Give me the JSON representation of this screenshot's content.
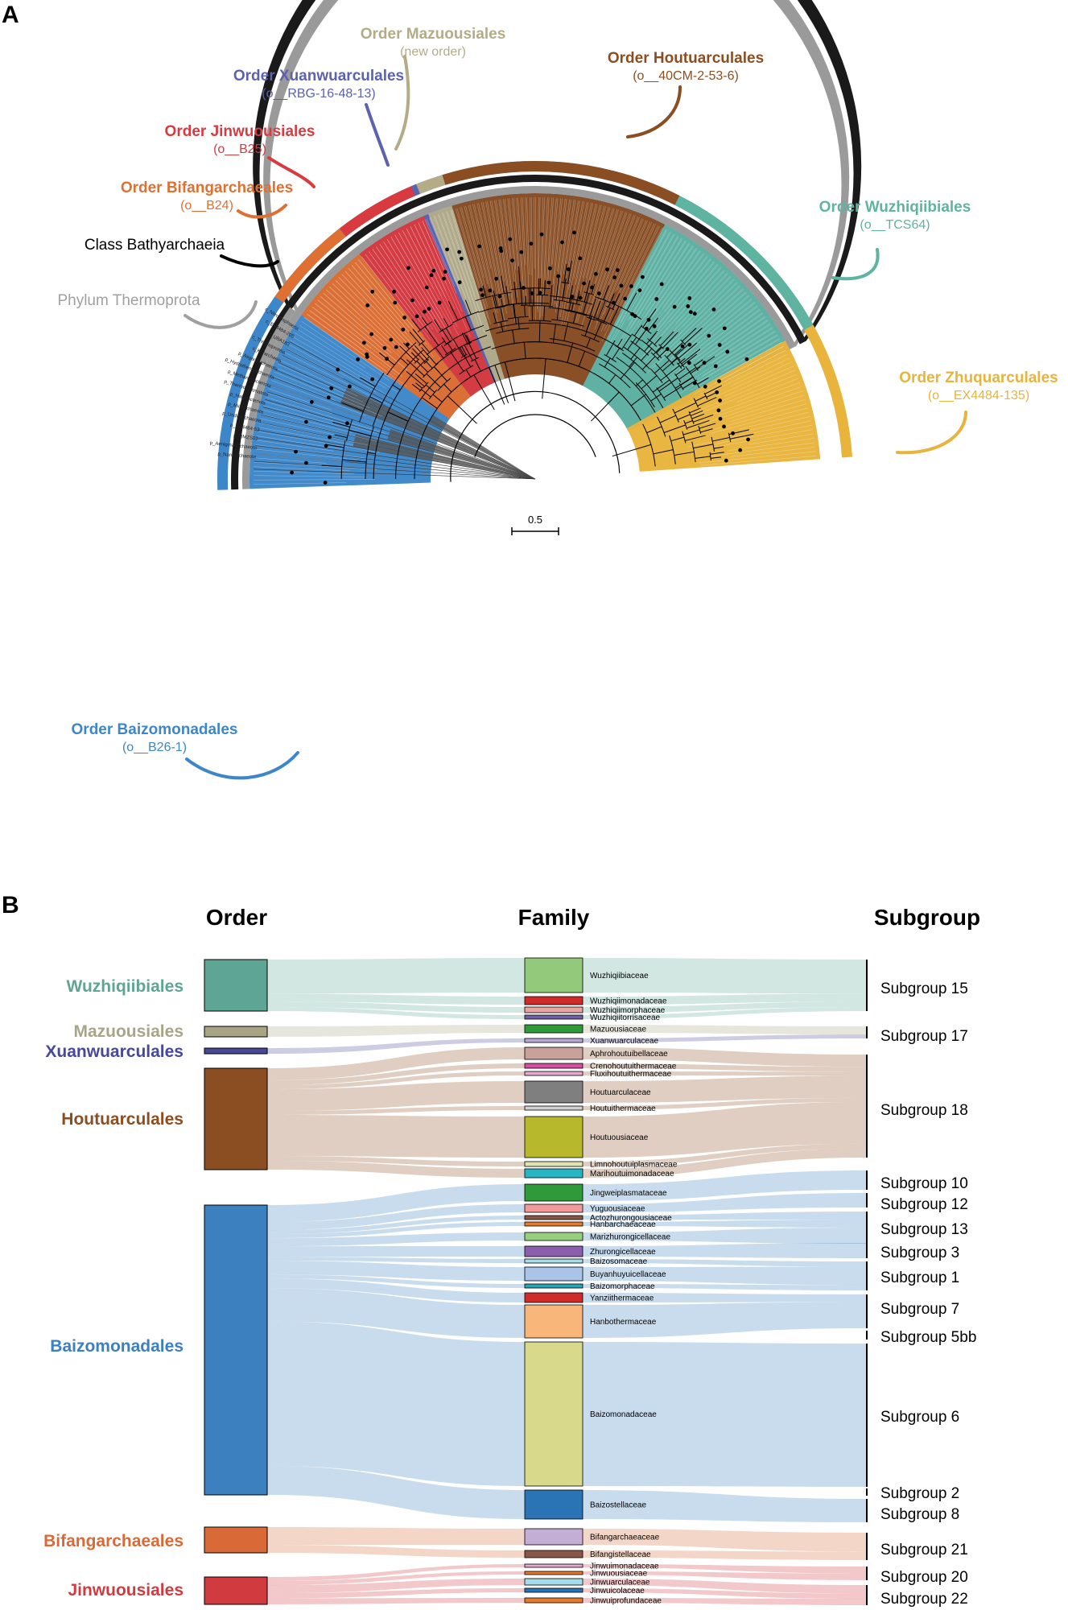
{
  "panel_a": {
    "letter": "A",
    "scale_label": "0.5",
    "clade_labels": [
      {
        "name": "Order Mazuousiales",
        "sub": "(new order)",
        "color": "#b4ab87"
      },
      {
        "name": "Order Houtuarculales",
        "sub": "(o__40CM-2-53-6)",
        "color": "#8b4e22"
      },
      {
        "name": "Order Xuanwuarculales",
        "sub": "(o__RBG-16-48-13)",
        "color": "#5b62ae"
      },
      {
        "name": "Order Jinwuousiales",
        "sub": "(o__B25)",
        "color": "#d93a3f"
      },
      {
        "name": "Order Bifangarchaeales",
        "sub": "(o__B24)",
        "color": "#e07032"
      },
      {
        "name": "Order Wuzhiqiibiales",
        "sub": "(o__TCS64)",
        "color": "#5fb3a1"
      },
      {
        "name": "Order Zhuquarculales",
        "sub": "(o__EX4484-135)",
        "color": "#e8b43b"
      },
      {
        "name": "Order Baizomonadales",
        "sub": "(o__B26-1)",
        "color": "#3d86c9"
      }
    ],
    "class_label": "Class Bathyarchaeia",
    "phylum_label": "Phylum Thermoprota",
    "outgroup_taxa": [
      "c_Nitrososphaeria",
      "c_EX4484-205",
      "c_UBA183",
      "c_Thermoproteia",
      "c_Korarchaeia",
      "p_Asgardarchaeota",
      "p_Hydrothermarchaeota",
      "p_Methanobacteriota",
      "p_Thermoplasmatota",
      "p_Halobacteriota",
      "p_Micrarchaeota",
      "p_Undinarchaeota",
      "p_EX4484-52",
      "p_QMZS01",
      "p_Aenigmatarchaeota",
      "p_Nanoarchaeota"
    ]
  },
  "panel_b": {
    "letter": "B",
    "col_order": "Order",
    "col_family": "Family",
    "col_subgroup": "Subgroup",
    "orders": [
      {
        "name": "Wuzhiqiibiales",
        "color": "#5fa596"
      },
      {
        "name": "Mazuousiales",
        "color": "#a9a486"
      },
      {
        "name": "Xuanwuarculales",
        "color": "#47489a"
      },
      {
        "name": "Houtuarculales",
        "color": "#8b4e22"
      },
      {
        "name": "Baizomonadales",
        "color": "#3d80c0"
      },
      {
        "name": "Bifangarchaeales",
        "color": "#d96a38"
      },
      {
        "name": "Jinwuousiales",
        "color": "#d13b40"
      }
    ],
    "families": [
      {
        "name": "Wuzhiqiibiaceae",
        "color": "#93c97b"
      },
      {
        "name": "Wuzhiqiimonadaceae",
        "color": "#cf2b2b"
      },
      {
        "name": "Wuzhiqiimorphaceae",
        "color": "#eba3a3"
      },
      {
        "name": "Wuzhiqiitorrisaceae",
        "color": "#6f5fa6"
      },
      {
        "name": "Mazuousiaceae",
        "color": "#2e9a3a"
      },
      {
        "name": "Xuanwuarculaceae",
        "color": "#b8a8d4"
      },
      {
        "name": "Aphrohoutuibellaceae",
        "color": "#c7a19a"
      },
      {
        "name": "Crenohoutuithermaceae",
        "color": "#d64ea0"
      },
      {
        "name": "Fluxihoutuithermaceae",
        "color": "#e7a8cf"
      },
      {
        "name": "Houtuarculaceae",
        "color": "#7f7f7f"
      },
      {
        "name": "Houtuithermaceae",
        "color": "#d0d0d0"
      },
      {
        "name": "Houtuousiaceae",
        "color": "#b7b82c"
      },
      {
        "name": "Limnohoutuiplasmaceae",
        "color": "#e3e3b2"
      },
      {
        "name": "Marihoutuimonadaceae",
        "color": "#26b6c3"
      },
      {
        "name": "Jingweiplasmataceae",
        "color": "#2e9a3a"
      },
      {
        "name": "Yuguousiaceae",
        "color": "#f2999b"
      },
      {
        "name": "Actozhurongousiaceae",
        "color": "#8a5648"
      },
      {
        "name": "Hanbarchaeaceae",
        "color": "#e8792a"
      },
      {
        "name": "Marizhurongicellaceae",
        "color": "#98cf7d"
      },
      {
        "name": "Zhurongicellaceae",
        "color": "#8b5fae"
      },
      {
        "name": "Baizosomaceae",
        "color": "#a7ddea"
      },
      {
        "name": "Buyanhuyuicellaceae",
        "color": "#a9c4e6"
      },
      {
        "name": "Baizomorphaceae",
        "color": "#24a8b6"
      },
      {
        "name": "Yanziithermaceae",
        "color": "#cf2b2b"
      },
      {
        "name": "Hanbothermaceae",
        "color": "#f9b67a"
      },
      {
        "name": "Baizomonadaceae",
        "color": "#d9d98c"
      },
      {
        "name": "Baizostellaceae",
        "color": "#2a73b5"
      },
      {
        "name": "Bifangarchaeaceae",
        "color": "#c3aed6"
      },
      {
        "name": "Bifangistellaceae",
        "color": "#8a5648"
      },
      {
        "name": "Jinwuimonadaceae",
        "color": "#e7a8cf"
      },
      {
        "name": "Jinwuousiaceae",
        "color": "#e8792a"
      },
      {
        "name": "Jinwuarculaceae",
        "color": "#a7ddea"
      },
      {
        "name": "Jinwuicolaceae",
        "color": "#2a73b5"
      },
      {
        "name": "Jinwuiprofundaceae",
        "color": "#e8792a"
      }
    ],
    "subgroups": [
      "Subgroup 15",
      "Subgroup 17",
      "Subgroup 18",
      "Subgroup 10",
      "Subgroup 12",
      "Subgroup 13",
      "Subgroup 3",
      "Subgroup 1",
      "Subgroup 7",
      "Subgroup 5bb",
      "Subgroup 6",
      "Subgroup 2",
      "Subgroup 8",
      "Subgroup 21",
      "Subgroup 20",
      "Subgroup 22"
    ]
  }
}
